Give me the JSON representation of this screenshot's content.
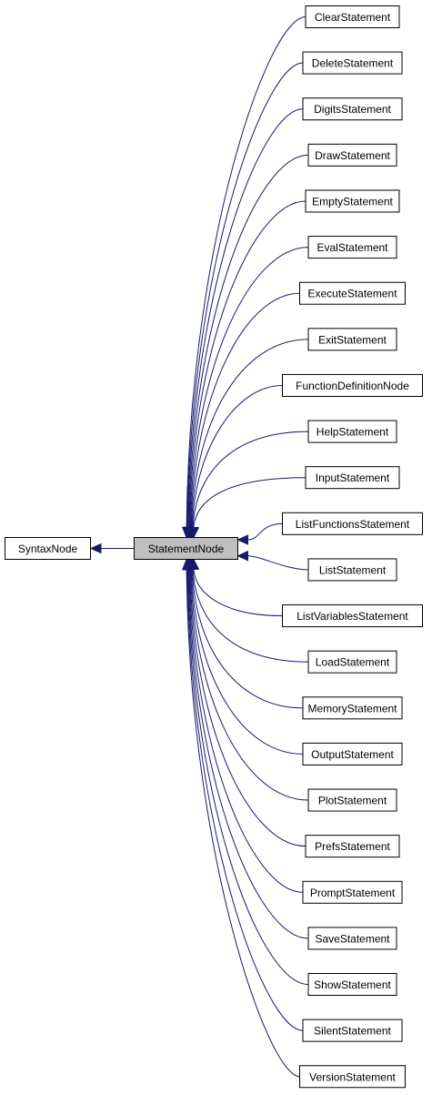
{
  "diagram": {
    "base_class": "SyntaxNode",
    "focus_class": "StatementNode",
    "derived_classes": [
      "ClearStatement",
      "DeleteStatement",
      "DigitsStatement",
      "DrawStatement",
      "EmptyStatement",
      "EvalStatement",
      "ExecuteStatement",
      "ExitStatement",
      "FunctionDefinitionNode",
      "HelpStatement",
      "InputStatement",
      "ListFunctionsStatement",
      "ListStatement",
      "ListVariablesStatement",
      "LoadStatement",
      "MemoryStatement",
      "OutputStatement",
      "PlotStatement",
      "PrefsStatement",
      "PromptStatement",
      "SaveStatement",
      "ShowStatement",
      "SilentStatement",
      "VersionStatement"
    ],
    "colors": {
      "edge": "#191970",
      "focus_fill": "#bfbfbf",
      "node_fill": "#ffffff",
      "border": "#000000"
    }
  }
}
